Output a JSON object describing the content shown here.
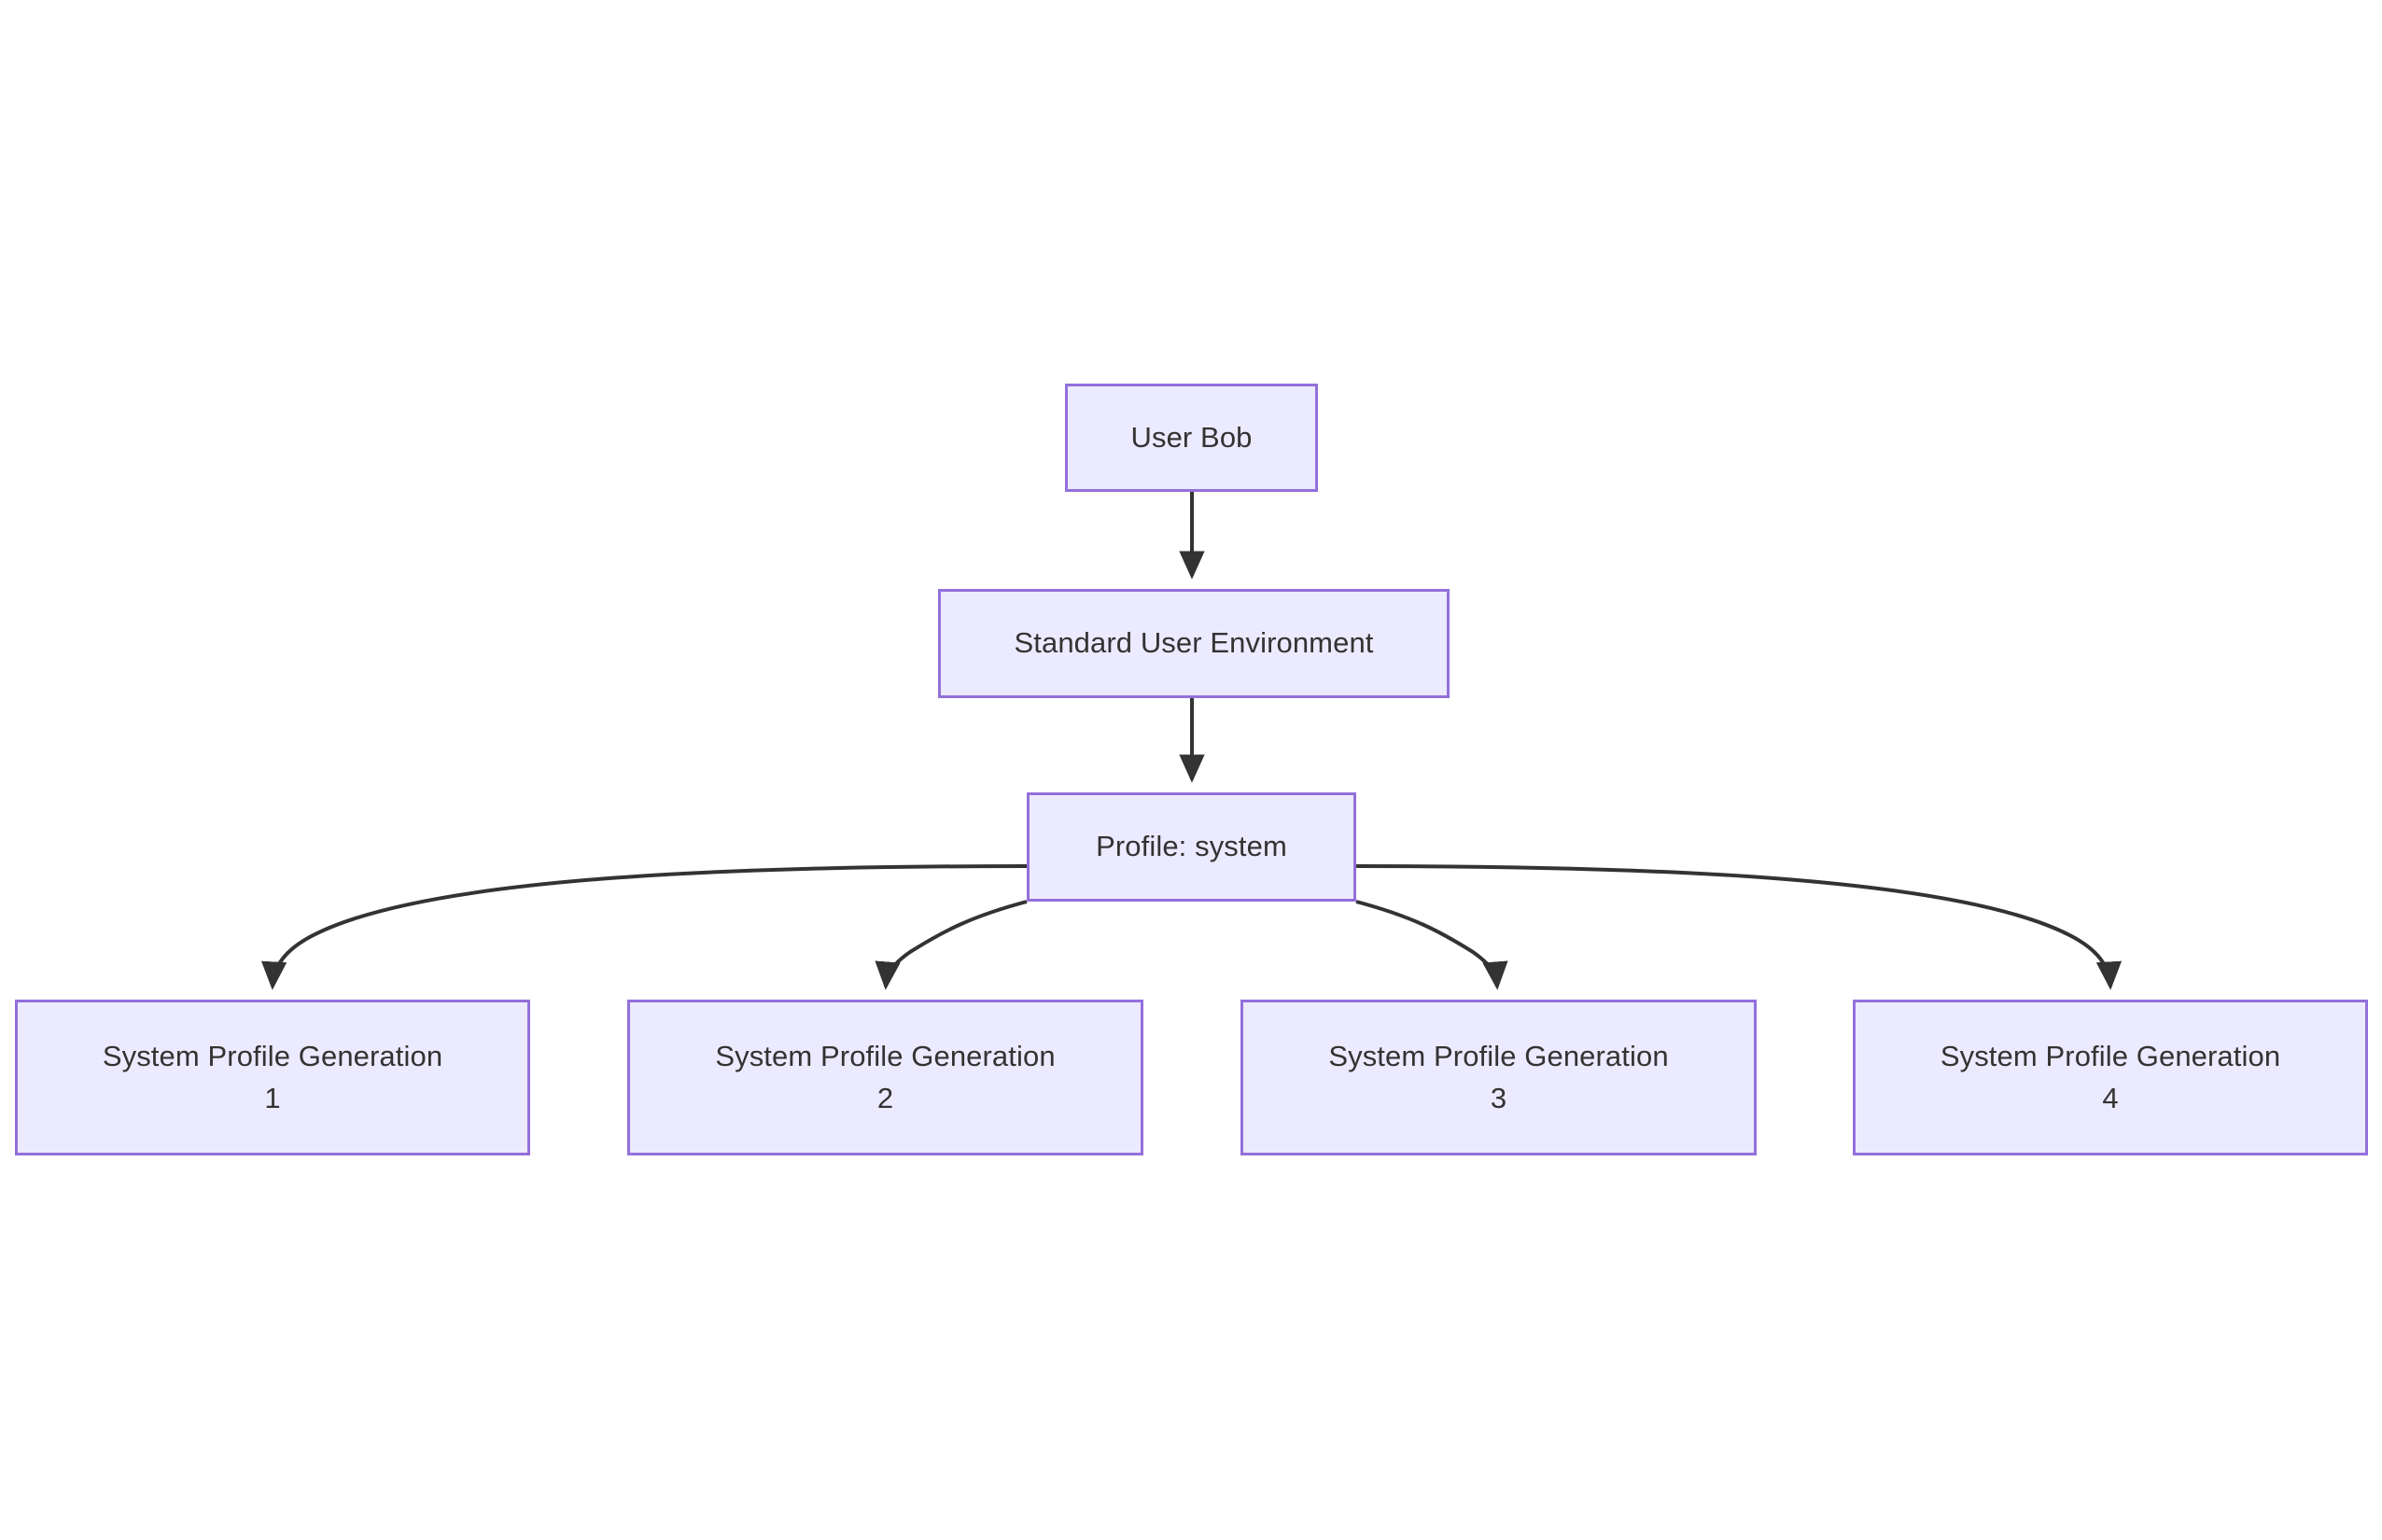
{
  "diagram": {
    "type": "flowchart",
    "direction": "top-down",
    "background_color": "#ffffff",
    "node_fill_color": "#eceaff",
    "node_border_color": "#9370db",
    "edge_color": "#333333",
    "text_color": "#333333"
  },
  "nodes": [
    {
      "id": "user",
      "label": "User Bob"
    },
    {
      "id": "env",
      "label": "Standard User Environment"
    },
    {
      "id": "profile",
      "label": "Profile: system"
    },
    {
      "id": "gen1",
      "label": "System Profile Generation\n1"
    },
    {
      "id": "gen2",
      "label": "System Profile Generation\n2"
    },
    {
      "id": "gen3",
      "label": "System Profile Generation\n3"
    },
    {
      "id": "gen4",
      "label": "System Profile Generation\n4"
    }
  ],
  "edges": [
    {
      "from": "user",
      "to": "env",
      "style": "arrow"
    },
    {
      "from": "env",
      "to": "profile",
      "style": "arrow"
    },
    {
      "from": "profile",
      "to": "gen1",
      "style": "arrow"
    },
    {
      "from": "profile",
      "to": "gen2",
      "style": "arrow"
    },
    {
      "from": "profile",
      "to": "gen3",
      "style": "arrow"
    },
    {
      "from": "profile",
      "to": "gen4",
      "style": "arrow"
    }
  ]
}
